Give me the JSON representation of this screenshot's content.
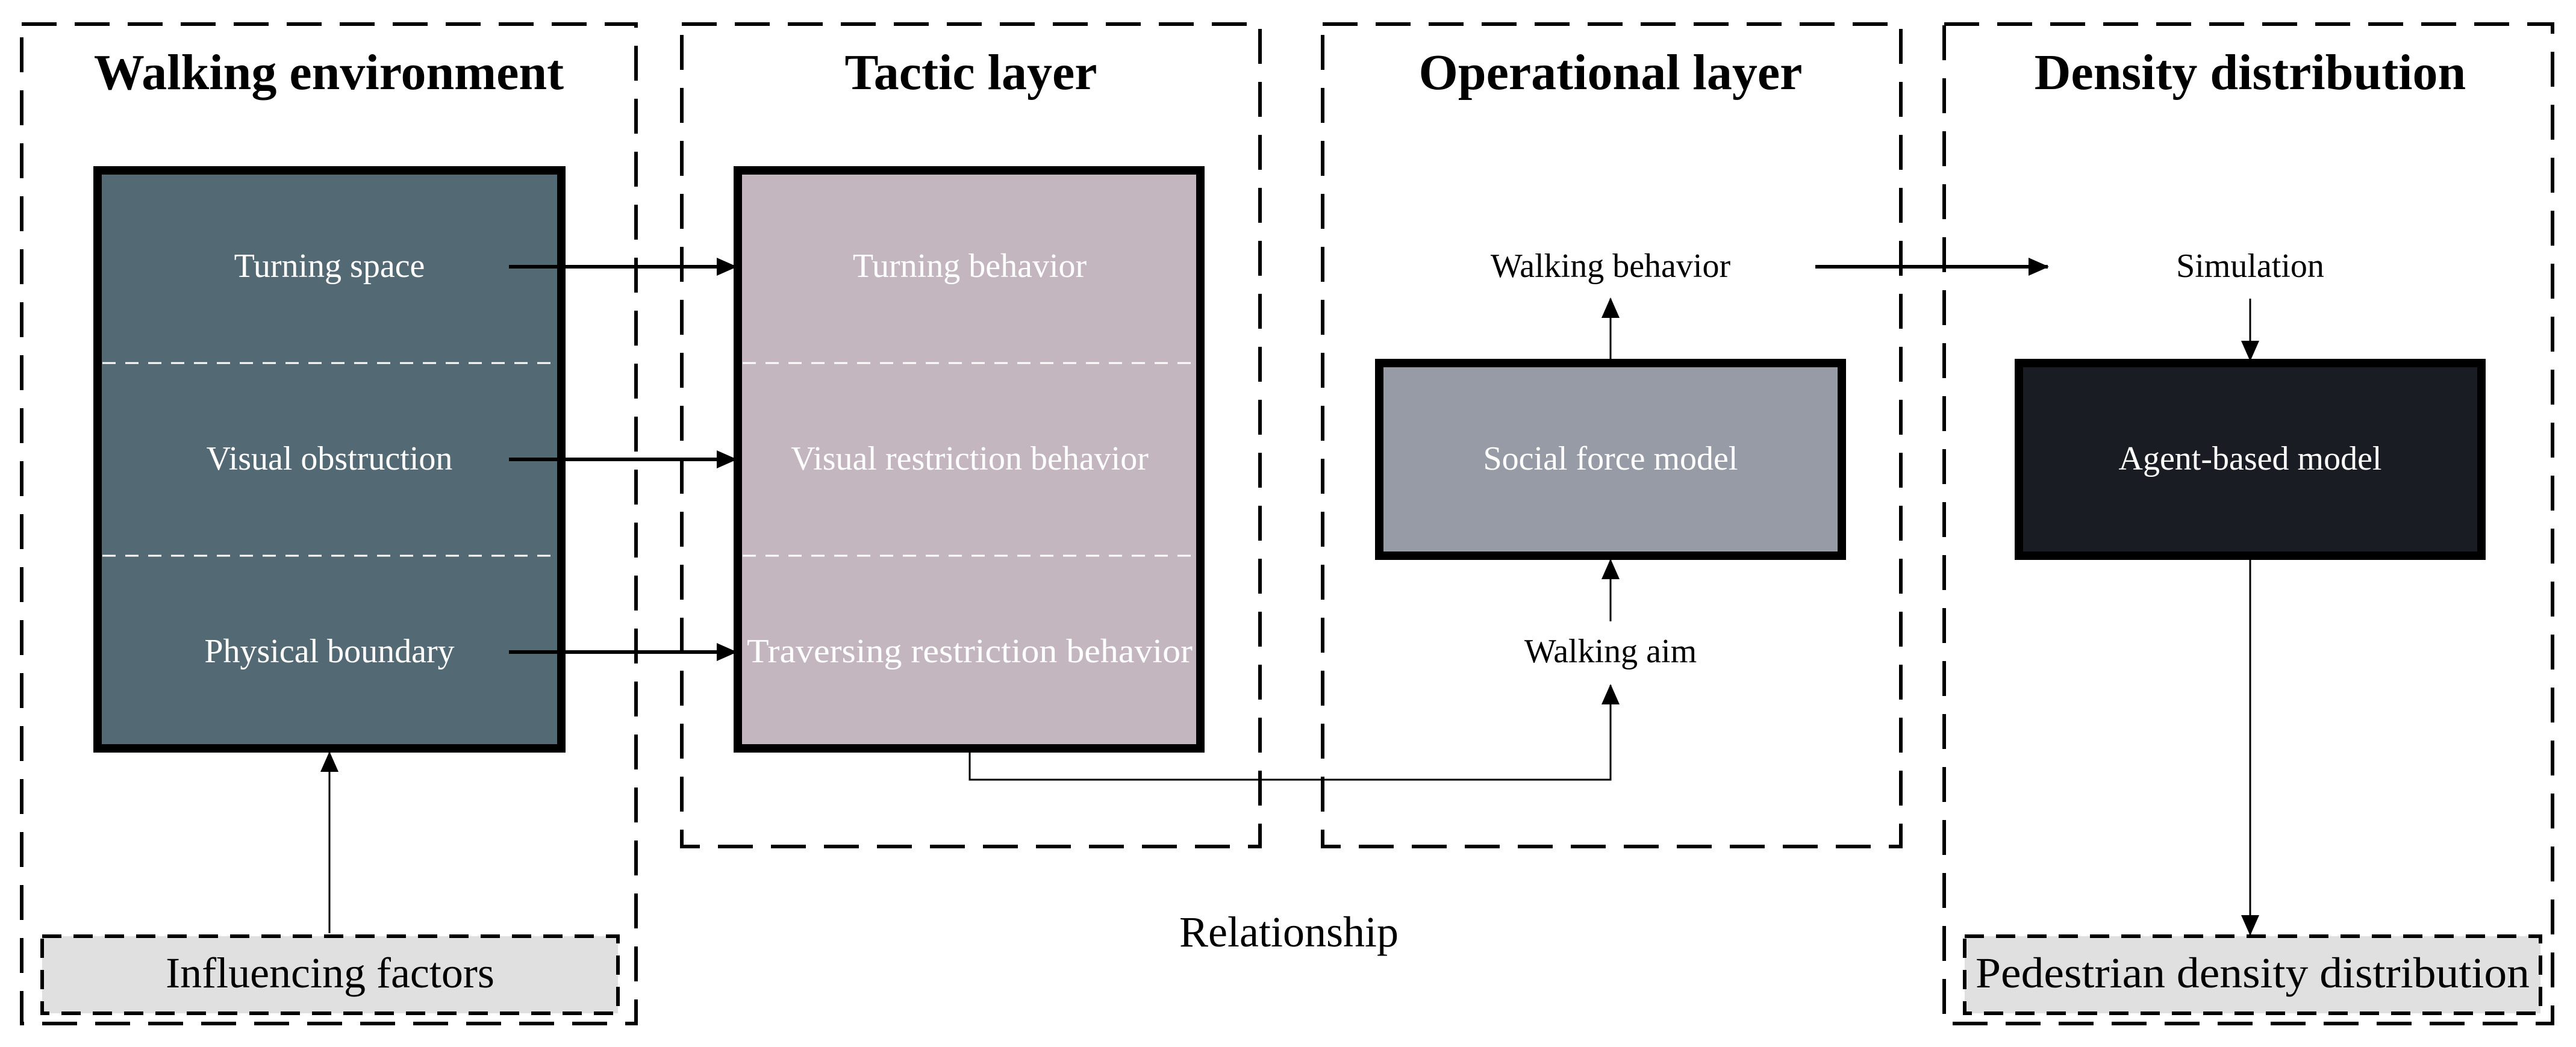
{
  "sections": {
    "walking_environment": {
      "title": "Walking environment"
    },
    "tactic_layer": {
      "title": "Tactic layer"
    },
    "operational_layer": {
      "title": "Operational layer"
    },
    "density_distribution": {
      "title": "Density distribution"
    }
  },
  "environment_box": {
    "items": [
      "Turning space",
      "Visual obstruction",
      "Physical boundary"
    ],
    "fill": "#536a74"
  },
  "tactic_box": {
    "items": [
      "Turning behavior",
      "Visual restriction behavior",
      "Traversing restriction behavior"
    ],
    "fill": "#c4b6bf"
  },
  "operational": {
    "walking_behavior": "Walking behavior",
    "model": "Social force model",
    "walking_aim": "Walking aim",
    "fill": "#979ba6"
  },
  "density": {
    "simulation": "Simulation",
    "model": "Agent-based model",
    "fill": "#191c22"
  },
  "footer": {
    "influencing_factors": "Influencing factors",
    "relationship": "Relationship",
    "pedestrian_density": "Pedestrian density distribution",
    "box_fill": "#e0e0e0"
  }
}
